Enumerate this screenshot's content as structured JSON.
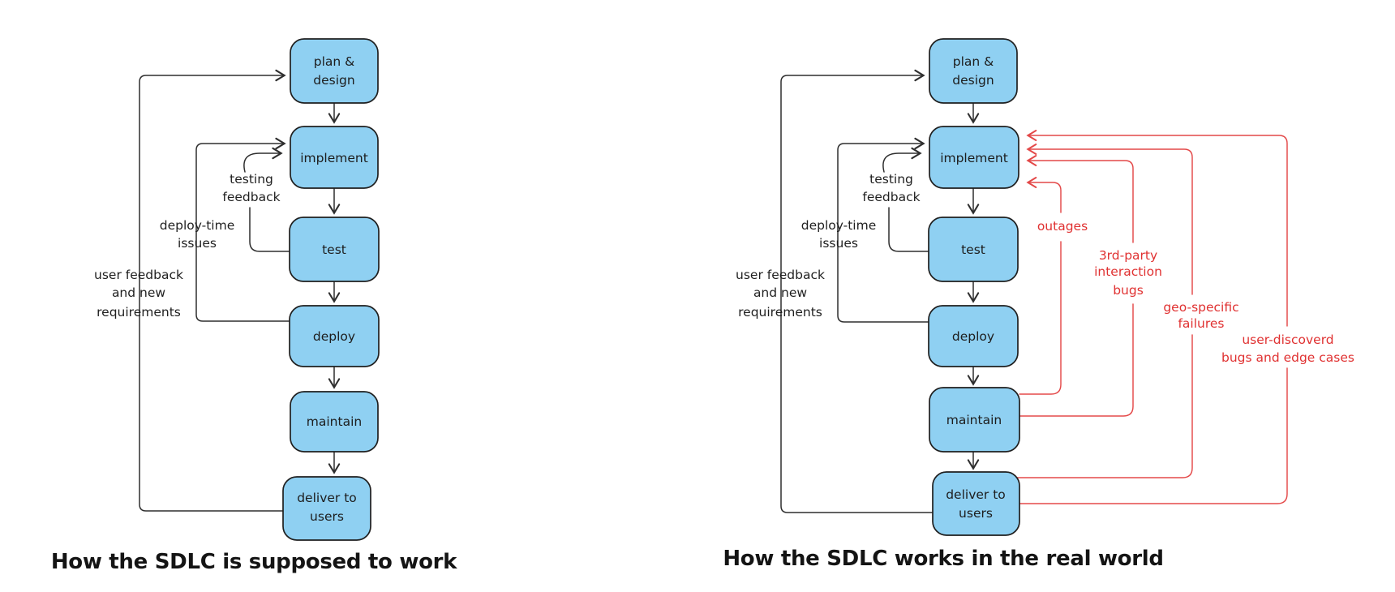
{
  "colors": {
    "background": "#ffffff",
    "node_fill": "#8fd0f2",
    "node_stroke": "#1f1f1f",
    "black_line": "#2e2e2e",
    "red": "#e03131",
    "text": "#1d1d1d"
  },
  "nodes": {
    "plan_design": {
      "line1": "plan &",
      "line2": "design"
    },
    "implement": "implement",
    "test": "test",
    "deploy": "deploy",
    "maintain": "maintain",
    "deliver": {
      "line1": "deliver to",
      "line2": "users"
    }
  },
  "loop_labels": {
    "testing_feedback": {
      "line1": "testing",
      "line2": "feedback"
    },
    "deploy_time": {
      "line1": "deploy-time",
      "line2": "issues"
    },
    "user_feedback": {
      "line1": "user feedback",
      "line2": "and new",
      "line3": "requirements"
    }
  },
  "failure_labels": {
    "outages": "outages",
    "third_party": {
      "line1": "3rd-party",
      "line2": "interaction",
      "line3": "bugs"
    },
    "geo_specific": {
      "line1": "geo-specific",
      "line2": "failures"
    },
    "user_discovered": {
      "line1": "user-discoverd",
      "line2": "bugs and edge cases"
    }
  },
  "captions": {
    "left": "How the SDLC is supposed to work",
    "right": "How the SDLC works in the real world"
  }
}
